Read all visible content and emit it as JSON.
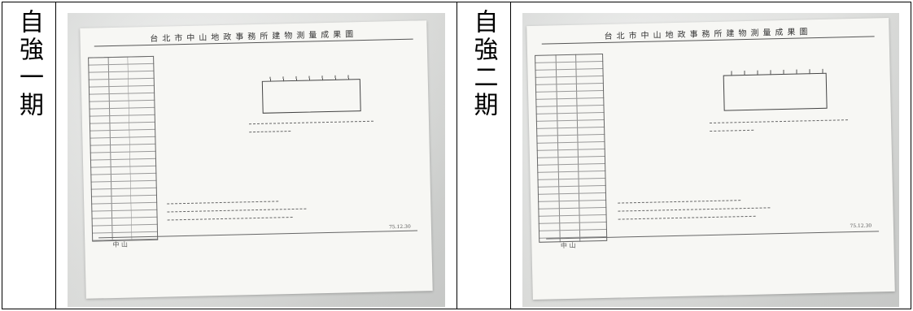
{
  "labels": [
    {
      "text": "自強一期"
    },
    {
      "text": "自強二期"
    }
  ],
  "documents": [
    {
      "heading": "台北市中山地政事務所建物測量成果圖",
      "footer_office": "中 山",
      "footer_date": "75.12.30"
    },
    {
      "heading": "台北市中山地政事務所建物測量成果圖",
      "footer_office": "中 山",
      "footer_date": "75.12.30"
    }
  ],
  "colors": {
    "border": "#000000",
    "photo_background": "#dcdedc",
    "paper": "#f7f7f4"
  }
}
